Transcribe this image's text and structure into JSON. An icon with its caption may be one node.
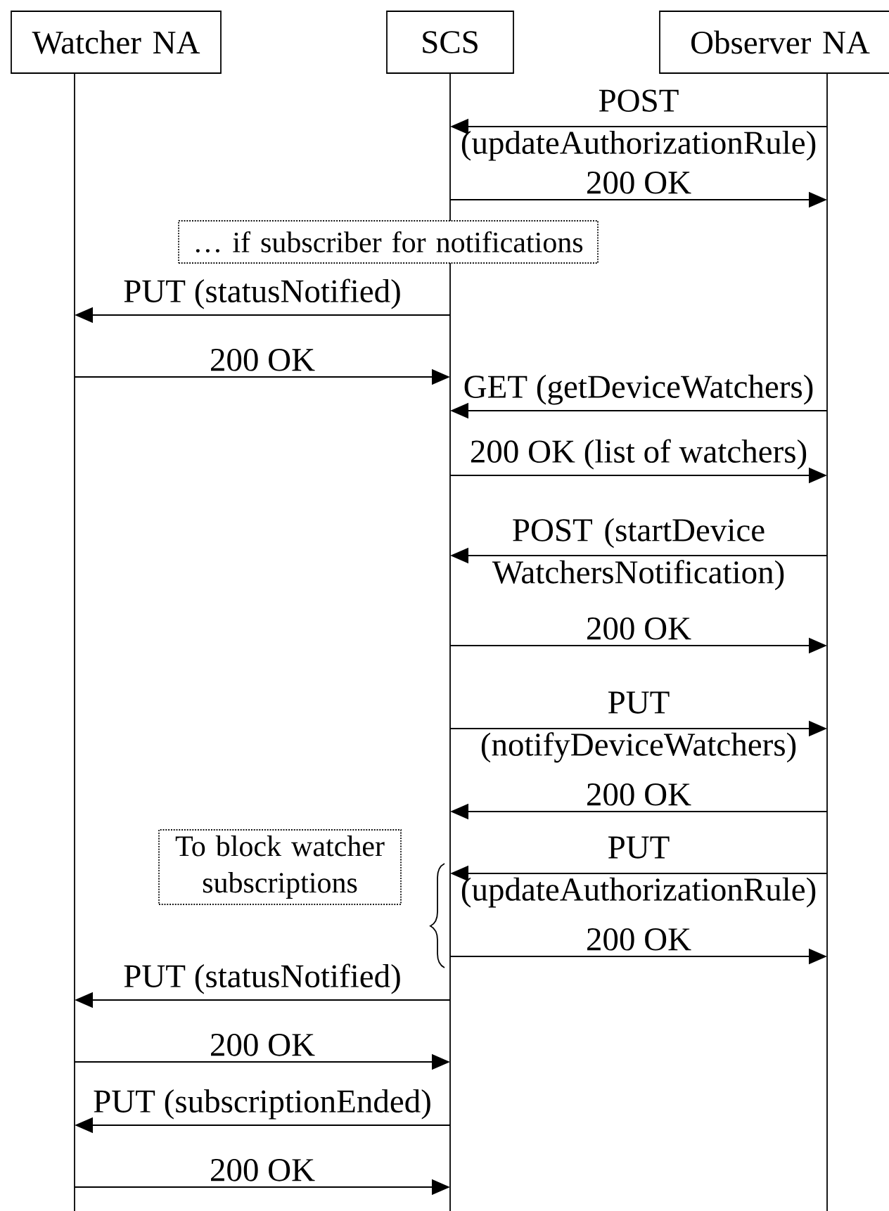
{
  "diagram": {
    "nodes": [
      {
        "text": [
          "Watcher NA"
        ]
      },
      {
        "text": [
          "SCS"
        ]
      },
      {
        "text": [
          "Observer NA"
        ]
      },
      {
        "text": [
          "… if subscriber for notifications"
        ]
      },
      {
        "text": [
          "To block watcher subscriptions"
        ]
      }
    ],
    "edges": [
      {
        "from": 2,
        "to": 1,
        "arrow": "to",
        "label": "POST (updateAuthorizationRule)"
      },
      {
        "from": 1,
        "to": 2,
        "arrow": "to",
        "label": "200 OK"
      },
      {
        "from": 1,
        "to": 0,
        "arrow": "to",
        "label": "PUT (statusNotified)"
      },
      {
        "from": 0,
        "to": 1,
        "arrow": "to",
        "label": "200 OK"
      },
      {
        "from": 2,
        "to": 1,
        "arrow": "to",
        "label": "GET (getDeviceWatchers)"
      },
      {
        "from": 1,
        "to": 2,
        "arrow": "to",
        "label": "200 OK (list of watchers)"
      },
      {
        "from": 2,
        "to": 1,
        "arrow": "to",
        "label": "POST (startDevice WatchersNotification)"
      },
      {
        "from": 1,
        "to": 2,
        "arrow": "to",
        "label": "200 OK"
      },
      {
        "from": 1,
        "to": 2,
        "arrow": "to",
        "label": "PUT (notifyDeviceWatchers)"
      },
      {
        "from": 2,
        "to": 1,
        "arrow": "to",
        "label": "200 OK"
      },
      {
        "from": 2,
        "to": 1,
        "arrow": "to",
        "label": "PUT (updateAuthorizationRule)"
      },
      {
        "from": 1,
        "to": 2,
        "arrow": "to",
        "label": "200 OK"
      },
      {
        "from": 1,
        "to": 0,
        "arrow": "to",
        "label": "PUT (statusNotified)"
      },
      {
        "from": 0,
        "to": 1,
        "arrow": "to",
        "label": "200 OK"
      },
      {
        "from": 1,
        "to": 0,
        "arrow": "to",
        "label": "PUT (subscriptionEnded)"
      },
      {
        "from": 0,
        "to": 1,
        "arrow": "to",
        "label": "200 OK"
      }
    ]
  }
}
